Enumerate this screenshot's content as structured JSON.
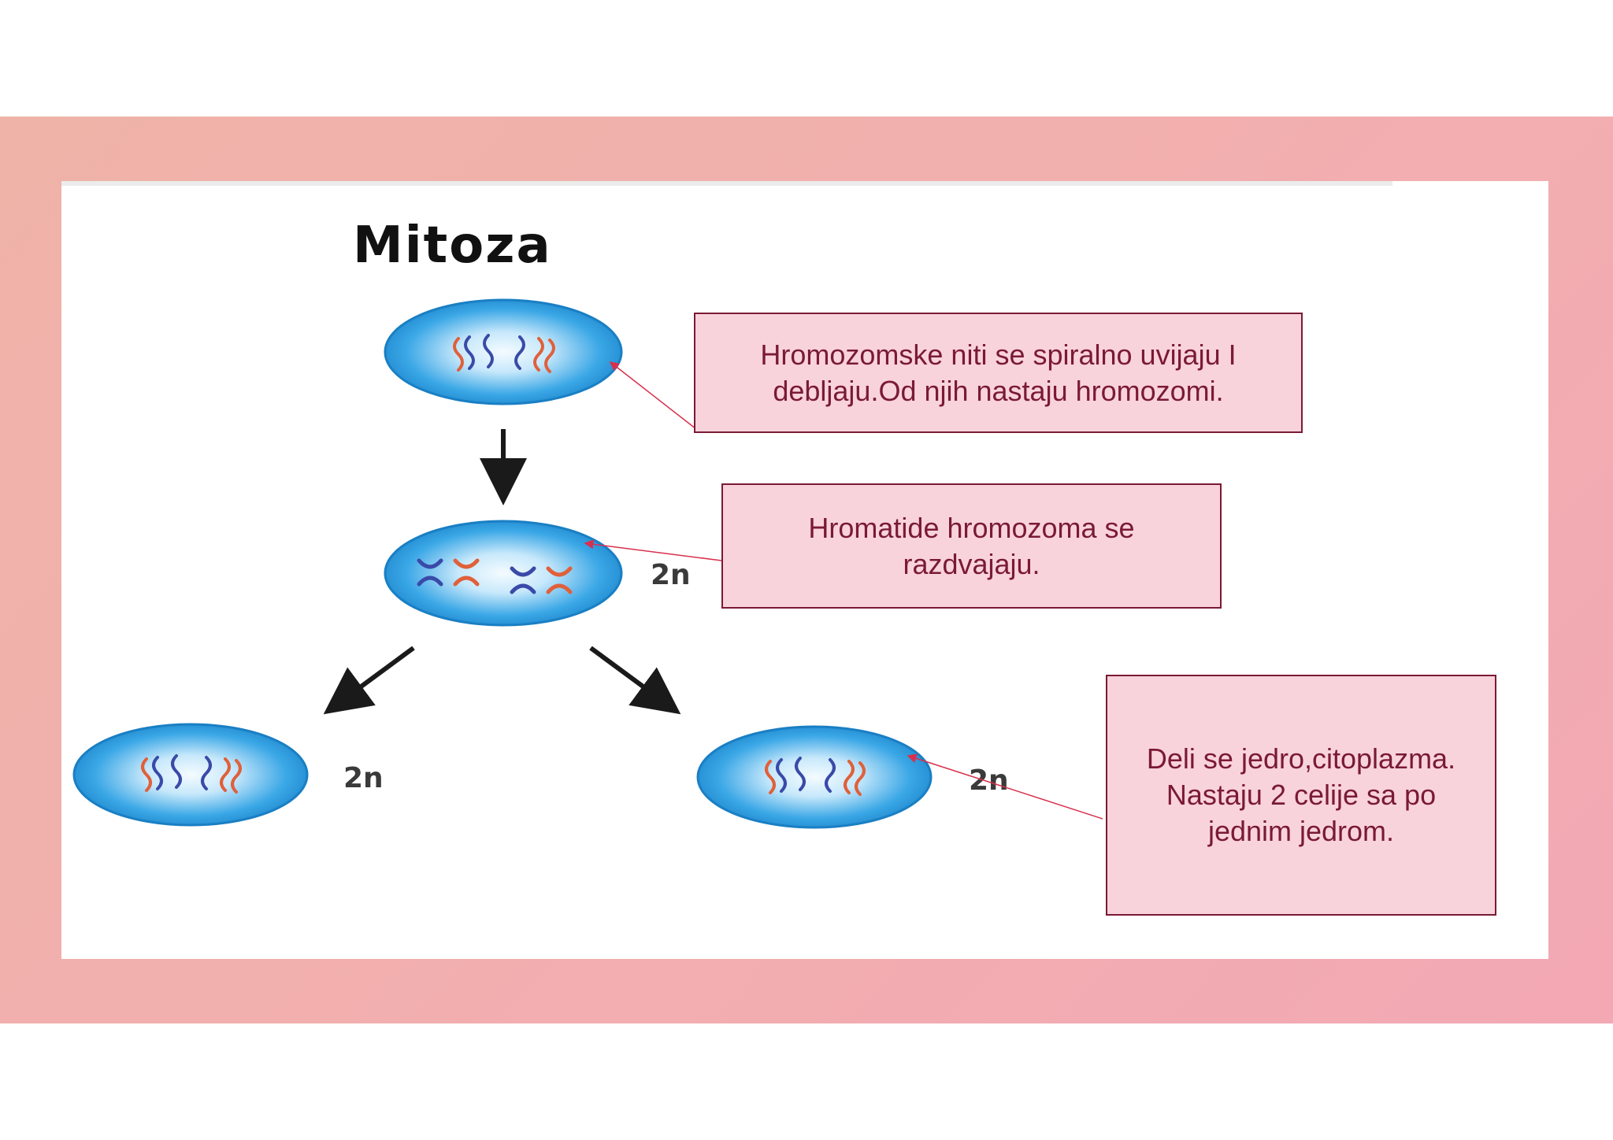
{
  "diagram": {
    "title": "Mitoza",
    "ploidy_labels": {
      "metaphase": "2n",
      "daughter_left": "2n",
      "daughter_right": "2n"
    },
    "callouts": [
      {
        "text": "Hromozomske niti se spiralno uvijaju I debljaju.Od njih nastaju hromozomi."
      },
      {
        "text": "Hromatide hromozoma se razdvajaju."
      },
      {
        "text": "Deli se jedro,citoplazma. Nastaju 2 celije sa po jednim jedrom."
      }
    ],
    "colors": {
      "frame": "#f0b0ac",
      "cell": "#2aa0e0",
      "callout_fill": "#f9d3dc",
      "callout_border": "#7a1a35",
      "callout_text": "#7a1a35",
      "connector": "#d8304e",
      "chromosome_red": "#e0603a",
      "chromosome_blue": "#3a4aa8"
    }
  }
}
